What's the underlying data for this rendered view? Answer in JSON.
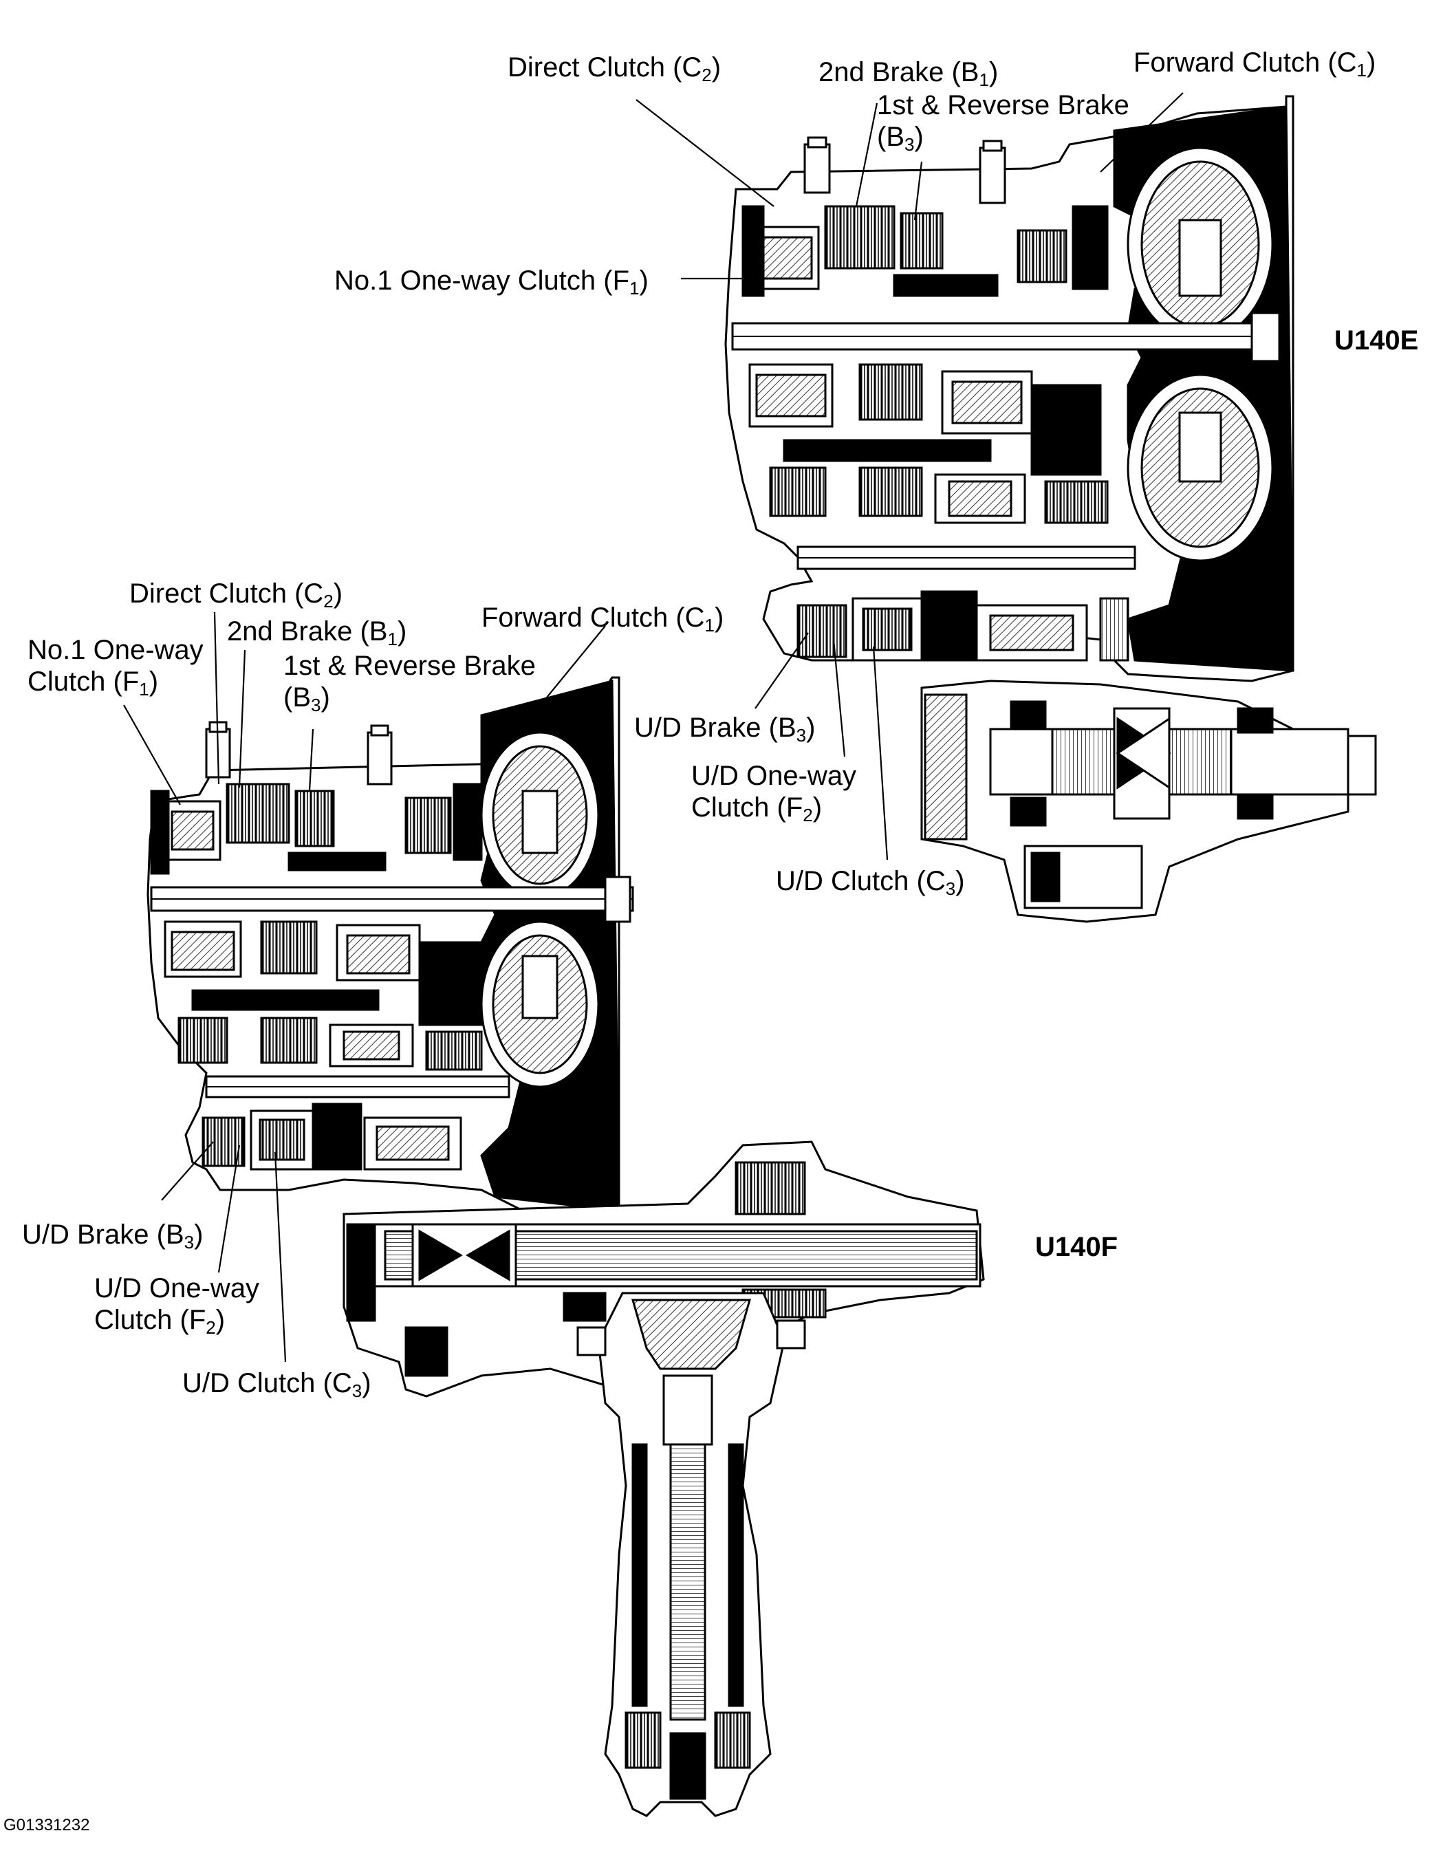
{
  "figure_id": "G01331232",
  "u140e": {
    "model": "U140E",
    "direct_clutch": {
      "name": "Direct Clutch",
      "code": "C",
      "num": "2"
    },
    "second_brake": {
      "name": "2nd Brake",
      "code": "B",
      "num": "1"
    },
    "first_reverse_brake": {
      "name": "1st & Reverse Brake",
      "code": "B",
      "num": "3"
    },
    "forward_clutch": {
      "name": "Forward Clutch",
      "code": "C",
      "num": "1"
    },
    "no1_oneway_clutch": {
      "name": "No.1 One-way Clutch",
      "code": "F",
      "num": "1"
    },
    "ud_brake": {
      "name": "U/D Brake",
      "code": "B",
      "num": "3"
    },
    "ud_oneway_clutch": {
      "name1": "U/D One-way",
      "name2": "Clutch",
      "code": "F",
      "num": "2"
    },
    "ud_clutch": {
      "name": "U/D Clutch",
      "code": "C",
      "num": "3"
    }
  },
  "u140f": {
    "model": "U140F",
    "direct_clutch": {
      "name": "Direct Clutch",
      "code": "C",
      "num": "2"
    },
    "second_brake": {
      "name": "2nd Brake",
      "code": "B",
      "num": "1"
    },
    "first_reverse_brake": {
      "name": "1st & Reverse Brake",
      "code": "B",
      "num": "3"
    },
    "forward_clutch": {
      "name": "Forward Clutch",
      "code": "C",
      "num": "1"
    },
    "no1_oneway_clutch": {
      "name1": "No.1 One-way",
      "name2": "Clutch",
      "code": "F",
      "num": "1"
    },
    "ud_brake": {
      "name": "U/D Brake",
      "code": "B",
      "num": "3"
    },
    "ud_oneway_clutch": {
      "name1": "U/D One-way",
      "name2": "Clutch",
      "code": "F",
      "num": "2"
    },
    "ud_clutch": {
      "name": "U/D Clutch",
      "code": "C",
      "num": "3"
    }
  },
  "colors": {
    "ink": "#000000",
    "paper": "#ffffff",
    "hatch": "#7a7a7a"
  }
}
